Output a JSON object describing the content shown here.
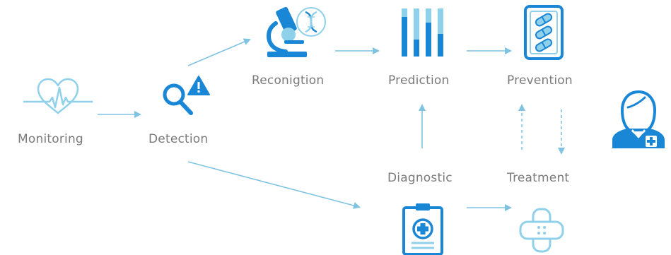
{
  "colors": {
    "dark_blue": "#1a87d6",
    "light_blue": "#8fd0ea",
    "arrow": "#7fc3e3",
    "label": "#7a7a7a",
    "white": "#ffffff"
  },
  "nodes": {
    "monitoring": {
      "label": "Monitoring",
      "icon": "heart-pulse-icon"
    },
    "detection": {
      "label": "Detection",
      "icon": "magnifier-warning-icon"
    },
    "recognition": {
      "label": "Reconigtion",
      "icon": "microscope-dna-icon"
    },
    "prediction": {
      "label": "Prediction",
      "icon": "bar-chart-icon"
    },
    "prevention": {
      "label": "Prevention",
      "icon": "pill-pack-icon"
    },
    "diagnostic": {
      "label": "Diagnostic",
      "icon": "clipboard-medical-icon"
    },
    "treatment": {
      "label": "Treatment",
      "icon": "bandage-icon"
    },
    "doctor": {
      "icon": "doctor-icon"
    }
  },
  "edges": [
    {
      "from": "monitoring",
      "to": "detection",
      "style": "solid"
    },
    {
      "from": "detection",
      "to": "recognition",
      "style": "solid"
    },
    {
      "from": "detection",
      "to": "diagnostic",
      "style": "solid"
    },
    {
      "from": "recognition",
      "to": "prediction",
      "style": "solid"
    },
    {
      "from": "prediction",
      "to": "prevention",
      "style": "solid"
    },
    {
      "from": "diagnostic",
      "to": "prediction",
      "style": "solid"
    },
    {
      "from": "diagnostic",
      "to": "treatment",
      "style": "solid"
    },
    {
      "from": "treatment",
      "to": "prevention",
      "style": "dashed"
    },
    {
      "from": "prevention",
      "to": "treatment",
      "style": "dashed"
    }
  ]
}
